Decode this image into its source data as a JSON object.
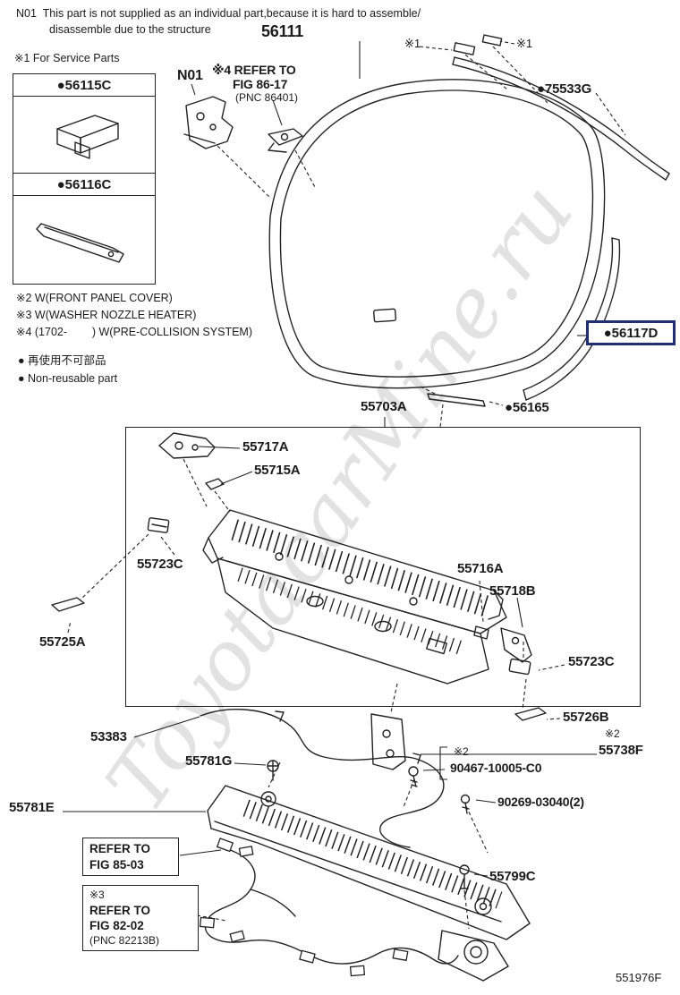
{
  "notes": {
    "note1": "N01  This part is not supplied as an individual part,because it is hard to assemble/",
    "note2": "disassemble due to the structure",
    "service_note": "※1 For Service Parts"
  },
  "legend": {
    "star2": "※2 W(FRONT PANEL COVER)",
    "star3": "※3 W(WASHER NOZZLE HEATER)",
    "star4": "※4 (1702-        ) W(PRE-COLLISION SYSTEM)",
    "jp": "● 再使用不可部品",
    "en": "● Non-reusable part"
  },
  "parts": {
    "p56111": "56111",
    "n01": "N01",
    "refer8617_l1": "※4 REFER TO",
    "refer8617_l2": "FIG 86-17",
    "refer8617_l3": "(PNC 86401)",
    "star1_a": "※1",
    "star1_b": "※1",
    "p75533G": "●75533G",
    "p56117D": "●56117D",
    "p56115C": "●56115C",
    "p56116C": "●56116C",
    "p55703A": "55703A",
    "p56165": "●56165",
    "p55717A": "55717A",
    "p55715A": "55715A",
    "p55723C_left": "55723C",
    "p55716A": "55716A",
    "p55718B": "55718B",
    "p55725A": "55725A",
    "p55723C_right": "55723C",
    "p55726B": "55726B",
    "p53383": "53383",
    "p55781G": "55781G",
    "star2_mid": "※2",
    "p90467": "90467-10005-C0",
    "star2_right": "※2",
    "p55738F": "55738F",
    "p55781E": "55781E",
    "p90269": "90269-03040(2)",
    "p55799C": "55799C"
  },
  "refs": {
    "refer8503_l1": "REFER TO",
    "refer8503_l2": "FIG 85-03",
    "star3_box": "※3",
    "refer8202_l1": "REFER TO",
    "refer8202_l2": "FIG 82-02",
    "refer8202_l3": "(PNC 82213B)"
  },
  "footer": {
    "code": "551976F"
  },
  "watermark": "ToyotacarMine.ru"
}
